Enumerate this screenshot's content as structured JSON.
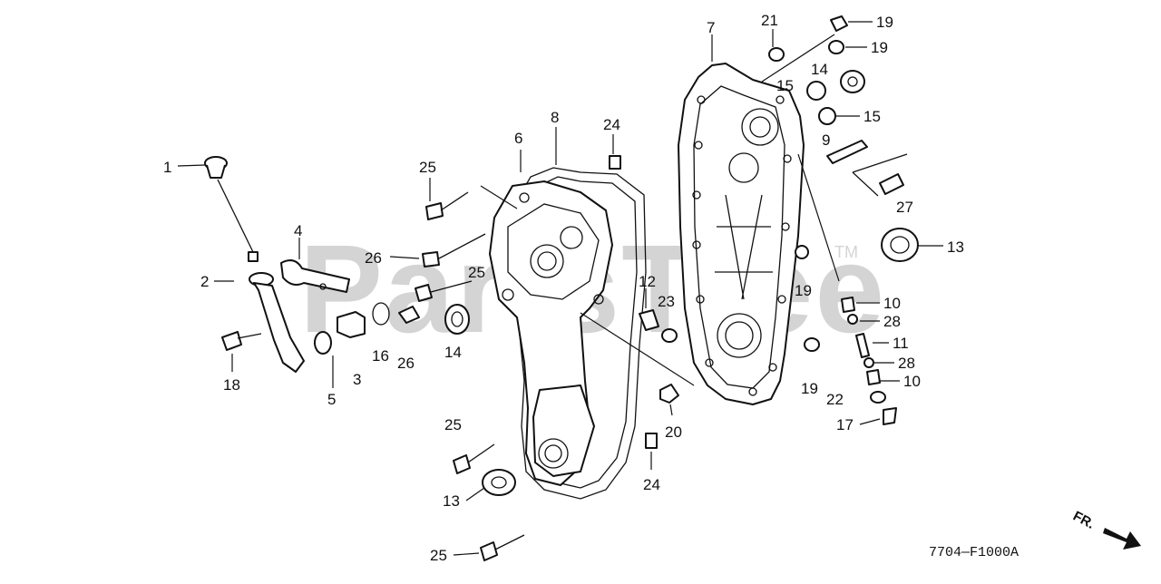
{
  "watermark": {
    "text": "PartsTree",
    "trademark": "TM"
  },
  "diagram_code": "7704—F1000A",
  "direction_label": "FR.",
  "callouts": [
    "1",
    "2",
    "4",
    "18",
    "5",
    "3",
    "16",
    "26",
    "25",
    "26",
    "25",
    "14",
    "6",
    "8",
    "24",
    "12",
    "23",
    "25",
    "13",
    "25",
    "20",
    "24",
    "7",
    "21",
    "19",
    "19",
    "14",
    "15",
    "15",
    "9",
    "27",
    "13",
    "19",
    "10",
    "28",
    "11",
    "28",
    "10",
    "19",
    "22",
    "17"
  ]
}
